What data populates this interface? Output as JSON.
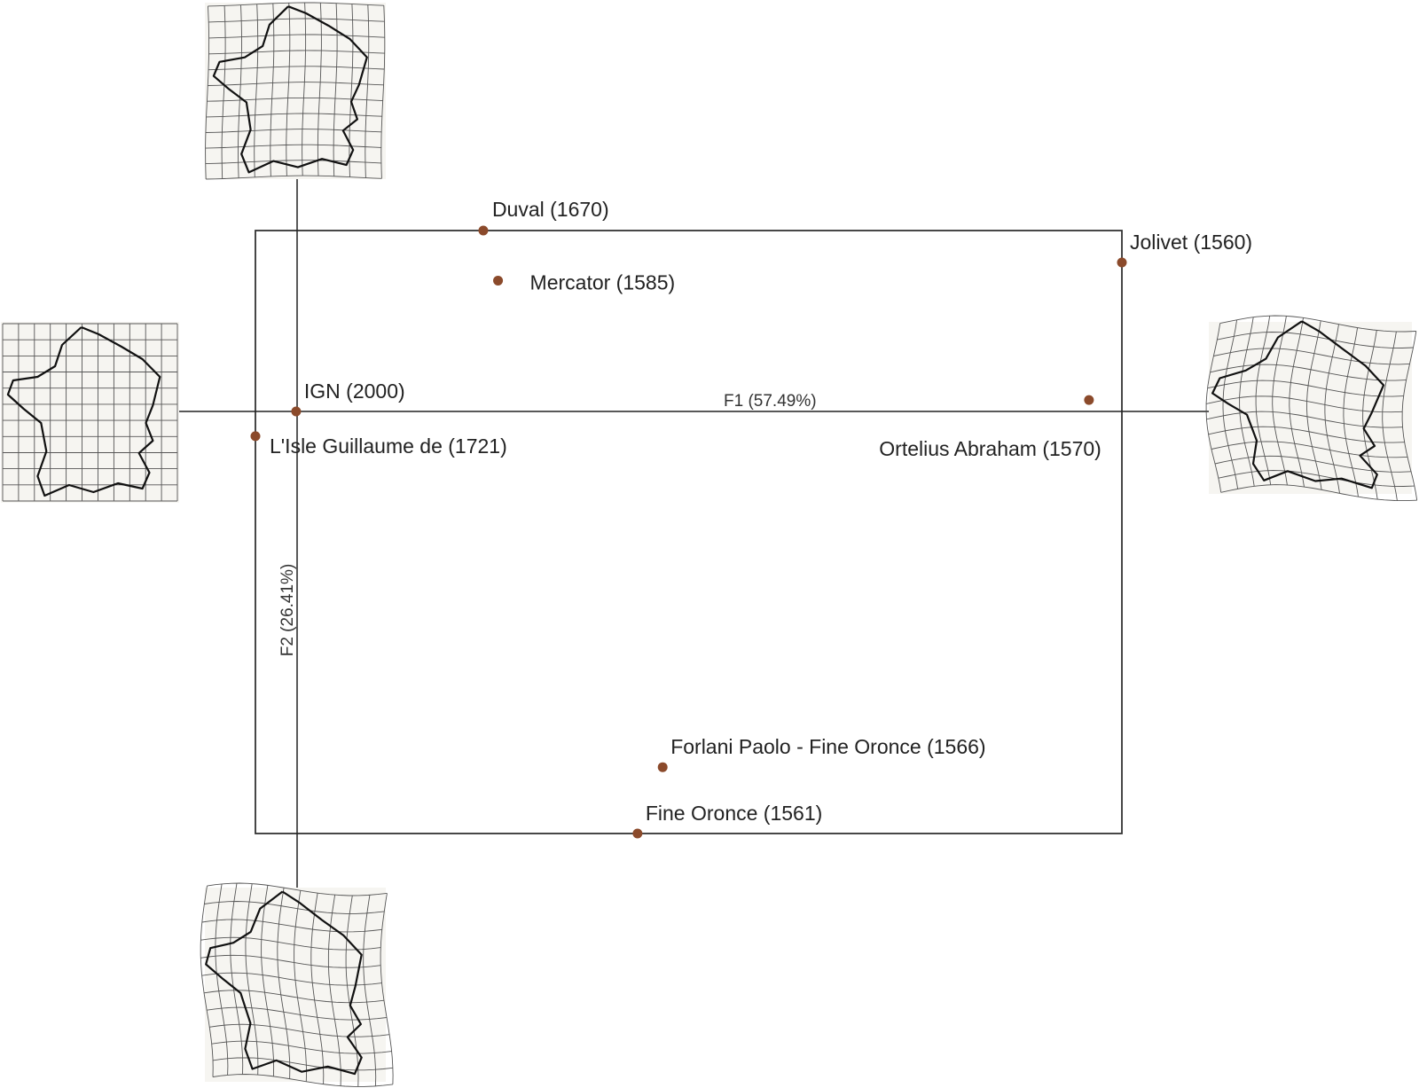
{
  "chart_data": {
    "type": "scatter",
    "xlabel": "F1 (57.49%)",
    "ylabel": "F2 (26.41%)",
    "points": [
      {
        "label": "Duval (1670)",
        "x": 0.263,
        "y": 1.0
      },
      {
        "label": "Mercator (1585)",
        "x": 0.28,
        "y": 0.917
      },
      {
        "label": "Jolivet (1560)",
        "x": 1.0,
        "y": 0.947
      },
      {
        "label": "IGN (2000)",
        "x": 0.047,
        "y": 0.7
      },
      {
        "label": "L'Isle Guillaume de (1721)",
        "x": 0.0,
        "y": 0.659
      },
      {
        "label": "Ortelius Abraham (1570)",
        "x": 0.962,
        "y": 0.719
      },
      {
        "label": "Forlani Paolo - Fine Oronce (1566)",
        "x": 0.47,
        "y": 0.11
      },
      {
        "label": "Fine Oronce (1561)",
        "x": 0.441,
        "y": 0.0
      }
    ],
    "colors": {
      "point": "#8b4a2b",
      "axis": "#222222",
      "frame": "#333333"
    },
    "grid": false
  }
}
